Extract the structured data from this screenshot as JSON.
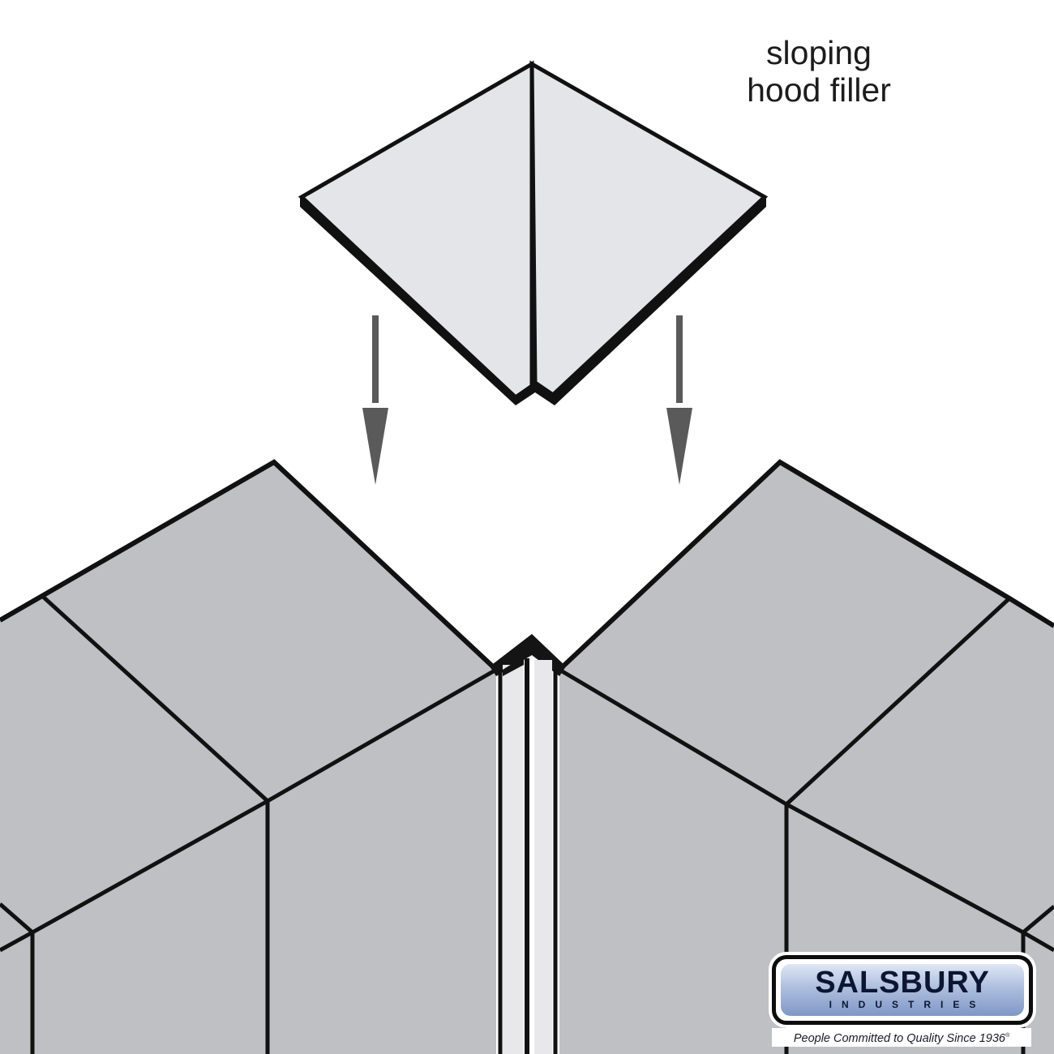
{
  "diagram": {
    "title_line1": "sloping",
    "title_line2": "hood filler",
    "parts": [
      {
        "name": "sloping-hood-filler",
        "role": "component being installed"
      },
      {
        "name": "left-locker-hood",
        "role": "existing sloping hood on left unit"
      },
      {
        "name": "right-locker-hood",
        "role": "existing sloping hood on right unit"
      },
      {
        "name": "corner-filler-strip",
        "role": "vertical corner trim between units"
      }
    ],
    "arrows": [
      {
        "name": "left-down-arrow",
        "direction": "down"
      },
      {
        "name": "right-down-arrow",
        "direction": "down"
      }
    ]
  },
  "colors": {
    "background": "#ffffff",
    "filler_face": "#e4e5e8",
    "cabinet_face": "#bfc0c4",
    "strip_face": "#e8e8ea",
    "outline": "#111111",
    "arrow": "#5a5a5a",
    "logo_text": "#0c1633",
    "logo_gradient_top": "#dfe7f5",
    "logo_gradient_bottom": "#7f97c7"
  },
  "logo": {
    "brand": "SALSBURY",
    "sub": "INDUSTRIES",
    "tagline": "People Committed to Quality Since 1936",
    "registered": "®"
  }
}
